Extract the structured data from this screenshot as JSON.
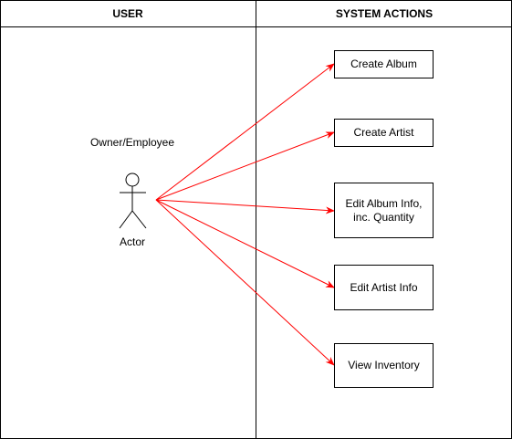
{
  "lanes": {
    "user_title": "USER",
    "system_title": "SYSTEM ACTIONS"
  },
  "user": {
    "role": "Owner/Employee",
    "actor_label": "Actor"
  },
  "actions": [
    {
      "label": "Create Album"
    },
    {
      "label": "Create Artist"
    },
    {
      "label": "Edit Album Info,\ninc. Quantity"
    },
    {
      "label": "Edit Artist Info"
    },
    {
      "label": "View Inventory"
    }
  ],
  "colors": {
    "arrow": "#ff0000",
    "line": "#000000"
  }
}
